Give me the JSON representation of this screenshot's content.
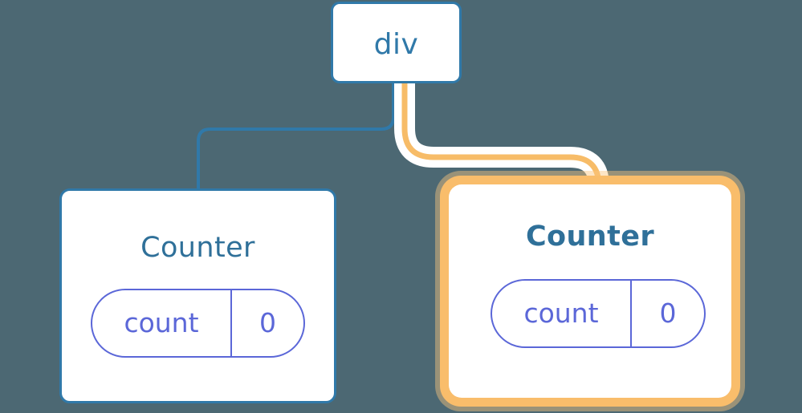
{
  "diagram": {
    "title_semantics": "react-component-tree-rerender",
    "background_color": "#4c6873"
  },
  "nodes": {
    "root": {
      "label": "div",
      "border_color": "#3079a9",
      "highlighted": false
    },
    "counter_left": {
      "title": "Counter",
      "prop_key": "count",
      "prop_value": "0",
      "border_color": "#3079a9",
      "pill_color": "#5b67d8",
      "highlighted": false,
      "burst_color": "#ffffff"
    },
    "counter_right": {
      "title": "Counter",
      "prop_key": "count",
      "prop_value": "0",
      "border_color": "#f9bd6b",
      "pill_color": "#5b67d8",
      "highlighted": true,
      "burst_color": "#f7b85c"
    }
  },
  "edges": {
    "root_to_left": {
      "color": "#3079a9",
      "highlighted": false
    },
    "root_to_right": {
      "color": "#f7bc68",
      "halo_color": "#ffffff",
      "highlighted": true
    }
  },
  "bursts": {
    "left_outer": {
      "color": "#ffffff",
      "count": 3
    },
    "left_inner": {
      "color": "#f7b85c",
      "count": 3
    },
    "right_inner": {
      "color": "#f7b85c",
      "count": 3
    },
    "right_outer": {
      "color": "#f7b85c",
      "count": 3
    }
  }
}
